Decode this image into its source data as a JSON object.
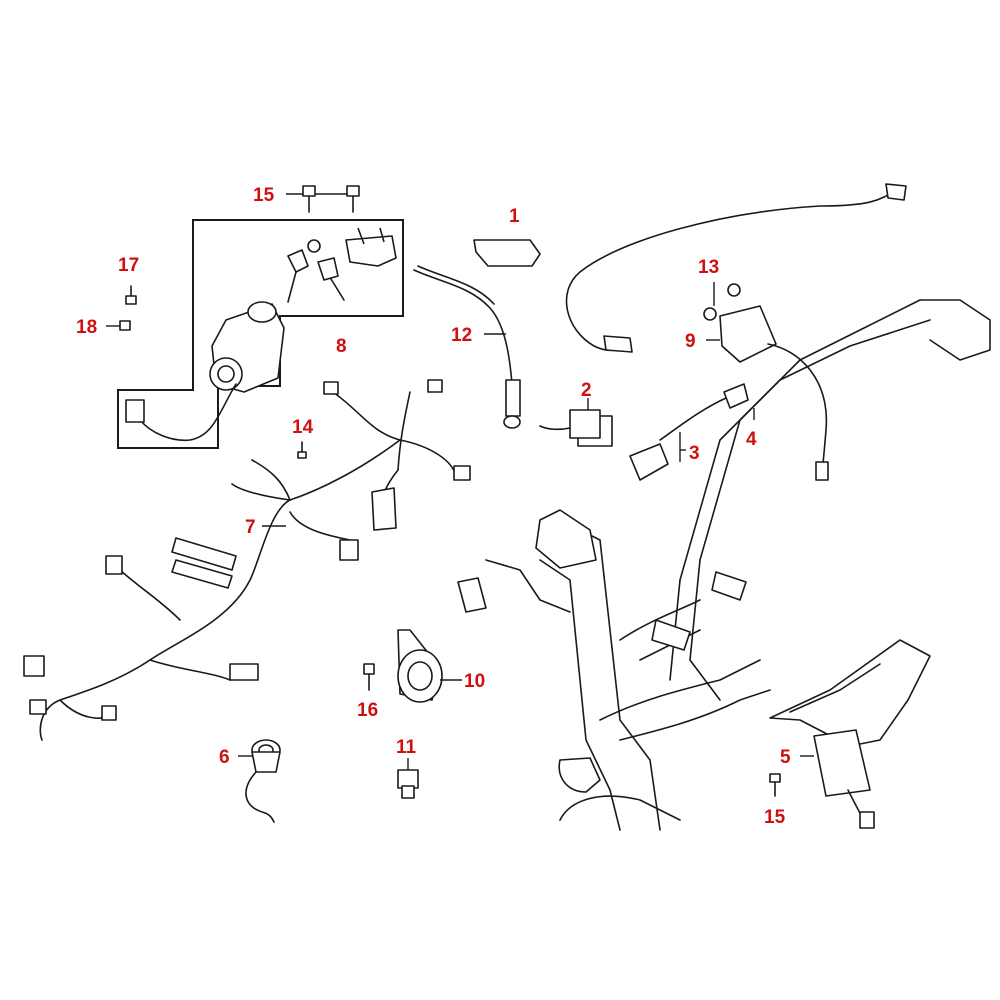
{
  "callouts": {
    "c1": "1",
    "c2": "2",
    "c3": "3",
    "c4": "4",
    "c5": "5",
    "c6": "6",
    "c7": "7",
    "c8": "8",
    "c9": "9",
    "c10": "10",
    "c11": "11",
    "c12": "12",
    "c13": "13",
    "c14": "14",
    "c15a": "15",
    "c15b": "15",
    "c16": "16",
    "c17": "17",
    "c18": "18"
  },
  "colors": {
    "callout": "#d01010",
    "line": "#1a1a1a",
    "background": "#ffffff"
  }
}
